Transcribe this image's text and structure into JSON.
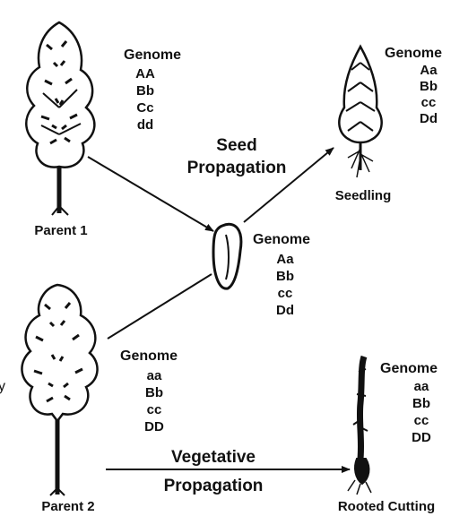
{
  "parent1": {
    "label": "Parent 1",
    "genome": {
      "heading": "Genome",
      "genes": [
        "AA",
        "Bb",
        "Cc",
        "dd"
      ]
    }
  },
  "parent2": {
    "label": "Parent 2",
    "genome": {
      "heading": "Genome",
      "genes": [
        "aa",
        "Bb",
        "cc",
        "DD"
      ]
    }
  },
  "seed": {
    "genome": {
      "heading": "Genome",
      "genes": [
        "Aa",
        "Bb",
        "cc",
        "Dd"
      ]
    }
  },
  "seedling": {
    "label": "Seedling",
    "genome": {
      "heading": "Genome",
      "genes": [
        "Aa",
        "Bb",
        "cc",
        "Dd"
      ]
    }
  },
  "cutting": {
    "label": "Rooted Cutting",
    "genome": {
      "heading": "Genome",
      "genes": [
        "aa",
        "Bb",
        "cc",
        "DD"
      ]
    }
  },
  "seed_propagation": {
    "line1": "Seed",
    "line2": "Propagation"
  },
  "vegetative_propagation": {
    "line1": "Vegetative",
    "line2": "Propagation"
  },
  "stray_mark": "y",
  "colors": {
    "ink": "#111111",
    "background": "#ffffff"
  }
}
